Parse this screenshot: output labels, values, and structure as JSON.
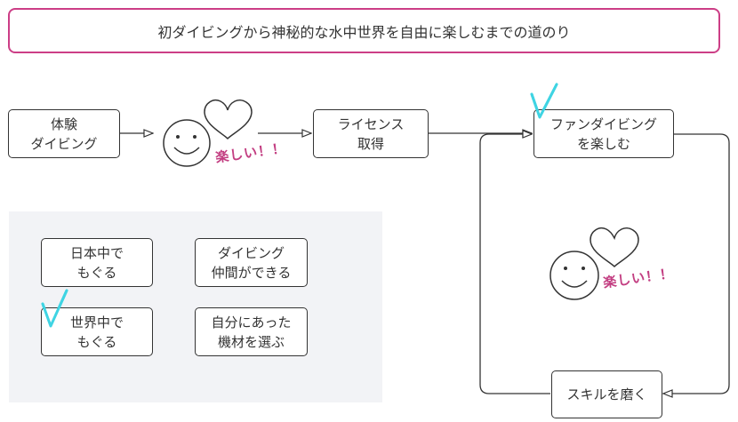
{
  "title": "初ダイビングから神秘的な水中世界を自由に楽しむまでの道のり",
  "nodes": {
    "trial": "体験\nダイビング",
    "license": "ライセンス\n取得",
    "fun_diving": "ファンダイビング\nを楽しむ",
    "skill": "スキルを磨く"
  },
  "reactions": {
    "first": "楽しい！！",
    "second": "楽しい！！"
  },
  "panel_items": {
    "japan": "日本中で\nもぐる",
    "friends": "ダイビング\n仲間ができる",
    "world": "世界中で\nもぐる",
    "gear": "自分にあった\n機材を選ぶ"
  },
  "colors": {
    "title_border": "#cc3e86",
    "fun_text": "#c33f82",
    "check": "#3fd4e3",
    "panel_bg": "#f2f3f6"
  }
}
